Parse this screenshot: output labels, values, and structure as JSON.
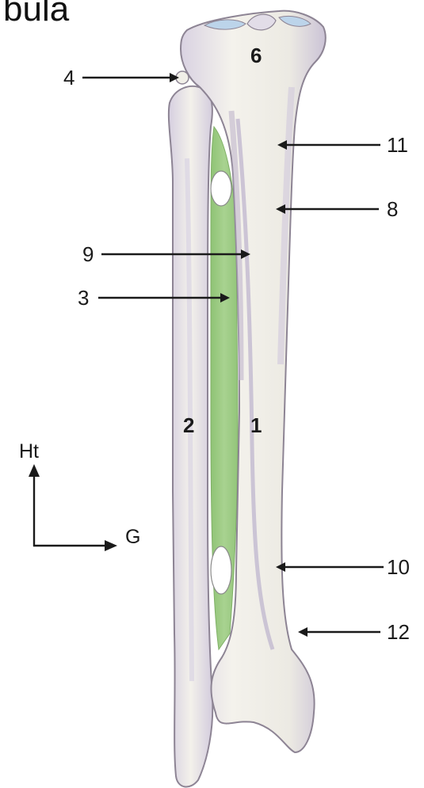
{
  "title": "bula",
  "labels": {
    "l1": "1",
    "l2": "2",
    "l3": "3",
    "l4": "4",
    "l6": "6",
    "l8": "8",
    "l9": "9",
    "l10": "10",
    "l11": "11",
    "l12": "12"
  },
  "orientation": {
    "vertical": "Ht",
    "horizontal": "G"
  },
  "colors": {
    "bone": "#f1efe8",
    "bone_shade": "#c9c2d6",
    "bone_outline": "#8d8494",
    "interosseous_membrane": "#9fcc86",
    "articular_surface": "#bcd4ea"
  }
}
